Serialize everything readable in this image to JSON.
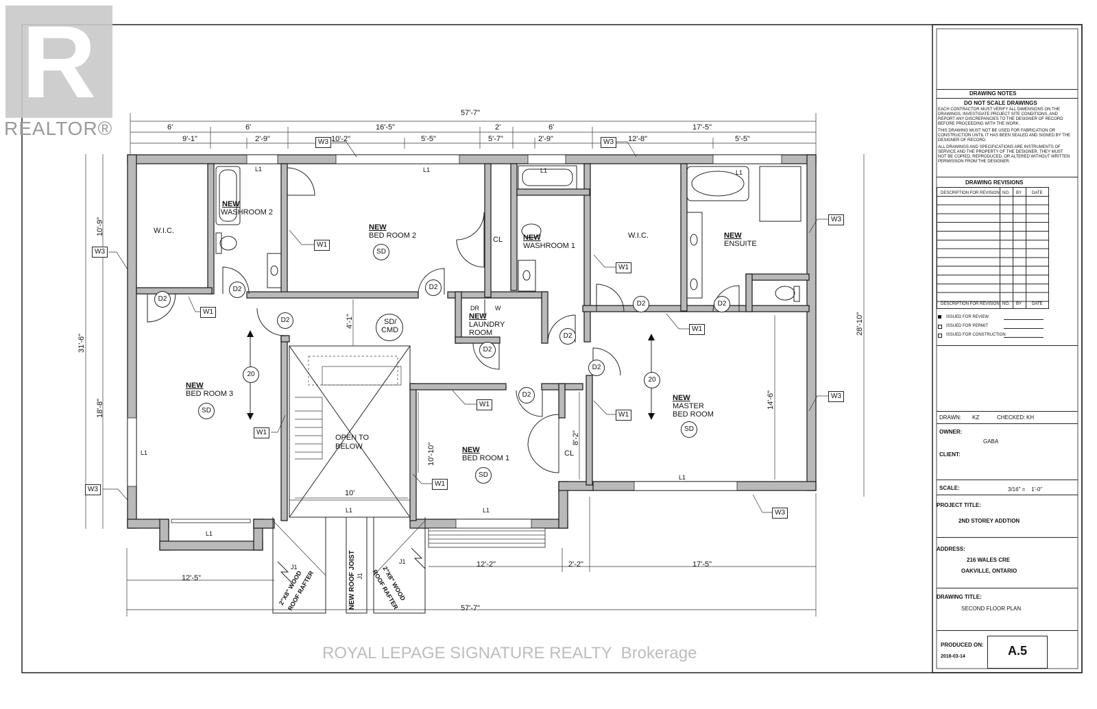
{
  "watermark": {
    "logo_letter": "R",
    "logo_text": "REALTOR®",
    "brokerage": "ROYAL LEPAGE SIGNATURE REALTY  Brokerage"
  },
  "dimensions": {
    "overall_top": "57'-7\"",
    "overall_bottom": "57'-7\"",
    "top_row1": [
      "6'",
      "6'",
      "16'-5\"",
      "2'",
      "6'",
      "17'-5\""
    ],
    "top_row2": [
      "9'-1\"",
      "2'-9\"",
      "10'-2\"",
      "5'-5\"",
      "5'-7\"",
      "2'-9\"",
      "12'-8\"",
      "5'-5\""
    ],
    "left": [
      "10'-9\"",
      "31'-6\"",
      "18'-8\""
    ],
    "right": "28'-10\"",
    "bottom": [
      "12'-5\"",
      "12'-2\"",
      "2'-2\"",
      "17'-5\""
    ],
    "interior": [
      "4'-1\"",
      "10'",
      "10'-10\"",
      "8'-2\"",
      "14'-6\""
    ]
  },
  "rooms": {
    "wic_left": "W.I.C.",
    "washroom2": {
      "new": "NEW",
      "name": "WASHROOM 2"
    },
    "bedroom2": {
      "new": "NEW",
      "name": "BED ROOM 2"
    },
    "cl_top": "CL",
    "washroom1": {
      "new": "NEW",
      "name": "WASHROOM 1"
    },
    "wic_right": "W.I.C.",
    "ensuite": {
      "new": "NEW",
      "name": "ENSUITE"
    },
    "laundry": {
      "dr": "DR",
      "w": "W",
      "new": "NEW",
      "name1": "LAUNDRY",
      "name2": "ROOM"
    },
    "bedroom3": {
      "new": "NEW",
      "name": "BED ROOM 3"
    },
    "open": {
      "l1": "OPEN TO",
      "l2": "BELOW"
    },
    "bedroom1": {
      "new": "NEW",
      "name": "BED ROOM 1"
    },
    "cl_mid": "CL",
    "master": {
      "new": "NEW",
      "l1": "MASTER",
      "l2": "BED ROOM"
    },
    "sdcmd": {
      "l1": "SD/",
      "l2": "CMD"
    }
  },
  "tags": {
    "sd": "SD",
    "d2": "D2",
    "w1": "W1",
    "w3": "W3",
    "l1": "L1",
    "j1": "J1",
    "twenty": "20"
  },
  "framing": {
    "rafter": "2\"X8\" WOOD",
    "rafter2": "ROOF RAFTER",
    "joist": "NEW ROOF JOIST"
  },
  "title_block": {
    "notes_title": "DRAWING NOTES",
    "notes_sub": "DO NOT SCALE DRAWINGS",
    "notes_p1": [
      "EACH CONTRACTOR MUST VERIFY ALL DIMENSIONS ON THE",
      "DRAWINGS, INVESTIGATE PROJECT SITE CONDITIONS, AND",
      "REPORT ANY DISCREPANCIES TO THE DESIGNER OF RECORD",
      "BEFORE PROCEEDING WITH THE WORK."
    ],
    "notes_p2": [
      "THIS DRAWING MUST NOT BE USED FOR FABRICATION OR",
      "CONSTRUCTION UNTIL IT HAS BEEN SEALED AND SIGNED BY THE",
      "DESIGNER OF RECORD."
    ],
    "notes_p3": [
      "ALL DRAWINGS AND SPECIFICATIONS ARE INSTRUMENTS OF",
      "SERVICE AND THE PROPERTY OF THE DESIGNER. THEY MUST",
      "NOT BE COPIED, REPRODUCED, OR ALTERED WITHOUT WRITTEN",
      "PERMISSION FROM THE DESIGNER."
    ],
    "revisions_title": "DRAWING REVISIONS",
    "rev_cols": [
      "DESCRIPTION FOR REVISION",
      "NO.",
      "BY",
      "DATE"
    ],
    "issued": [
      "ISSUED FOR REVIEW",
      "ISSUED FOR PERMIT",
      "ISSUED FOR CONSTRUCTION"
    ],
    "drawn_label": "DRAWN:",
    "drawn": "KZ",
    "checked_label": "CHECKED:",
    "checked": "KH",
    "owner_label": "OWNER:",
    "owner": "GABA",
    "client_label": "CLIENT:",
    "scale_label": "SCALE:",
    "scale": "3/16\" =    1'-0\"",
    "project_label": "PROJECT TITLE:",
    "project": "2ND STOREY ADDTION",
    "address_label": "ADDRESS:",
    "address1": "216 WALES CRE",
    "address2": "OAKVILLE, ONTARIO",
    "drawing_label": "DRAWING TITLE:",
    "drawing": "SECOND FLOOR PLAN",
    "produced_label": "PRODUCED ON:",
    "produced": "2018-03-14",
    "sheet": "A.5"
  }
}
